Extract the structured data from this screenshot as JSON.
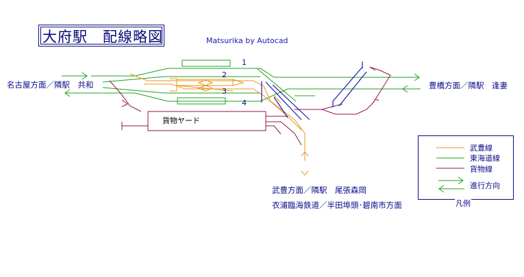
{
  "diagram": {
    "title": "大府駅　配線略図",
    "credit": "Matsurika  by Autocad",
    "directions": {
      "nagoya": "名古屋方面／隣駅　共和",
      "toyohashi": "豊橋方面／隣駅　逢妻",
      "taketoyo": "武豊方面／隣駅　尾張森岡",
      "kinuura": "衣浦臨海鉄道／半田埠頭･碧南市方面"
    },
    "tracks": [
      "1",
      "2",
      "3",
      "4"
    ],
    "yard_label": "貨物ヤード"
  },
  "legend": {
    "title": "凡例",
    "items": [
      {
        "label": "武豊線",
        "color": "#e8941c"
      },
      {
        "label": "東海道線",
        "color": "#1ca01c"
      },
      {
        "label": "貨物線",
        "color": "#8c1448"
      },
      {
        "label": "進行方向",
        "color": "#1ca01c"
      }
    ]
  },
  "colors": {
    "taketoyo_line": "#e8941c",
    "tokaido_line": "#1ca01c",
    "freight_line": "#8c1448",
    "platform": "#1ca01c",
    "text": "#0b0b8a"
  }
}
